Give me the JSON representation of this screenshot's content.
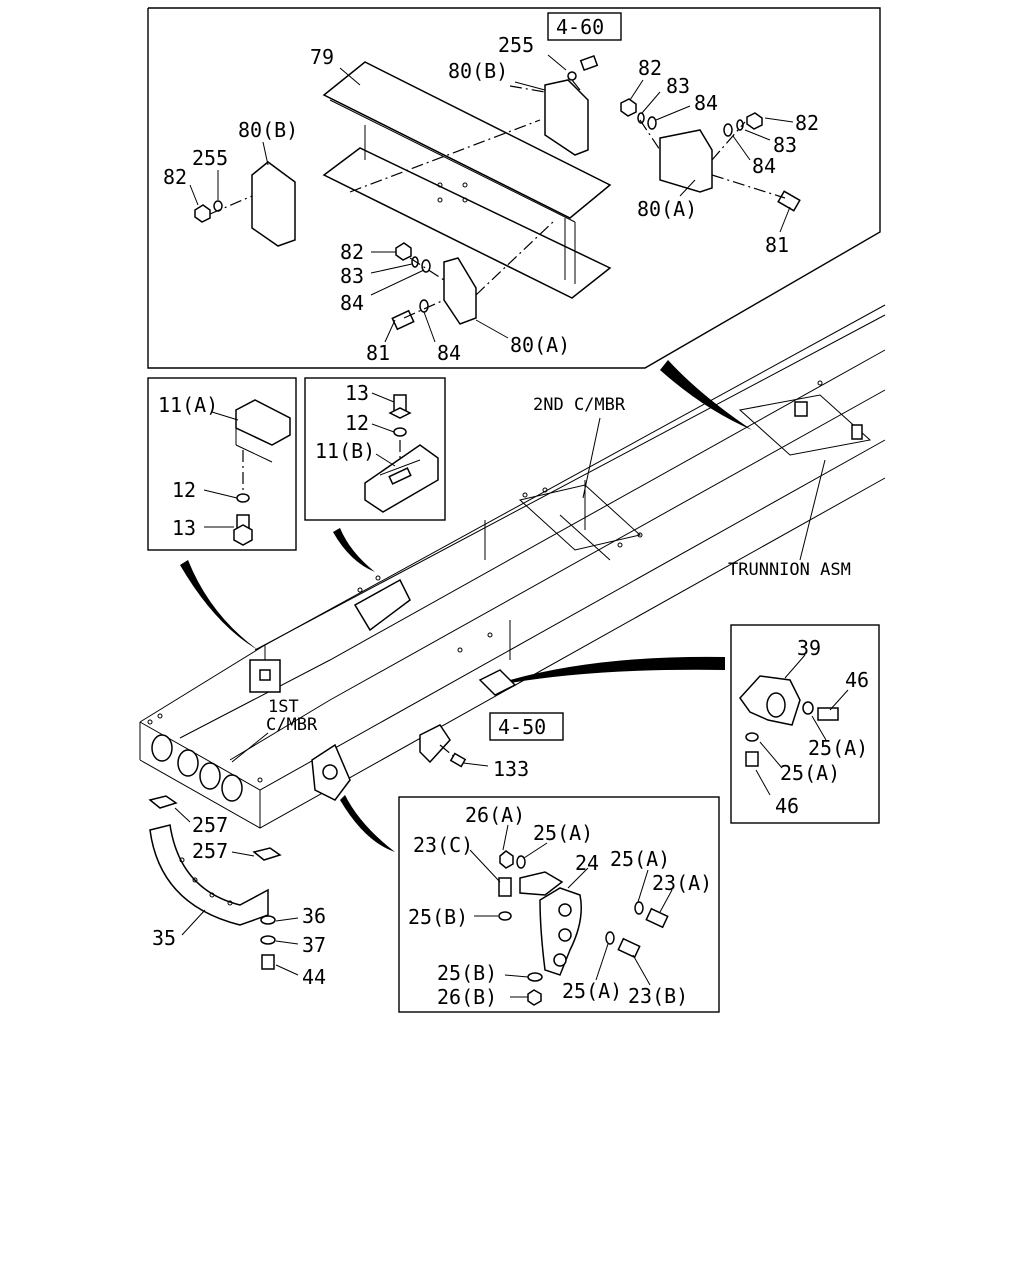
{
  "refs": {
    "top": "4-60",
    "mid": "4-50"
  },
  "labels": {
    "top": {
      "p79": "79",
      "p255a": "255",
      "p80b_top": "80(B)",
      "p80b_left": "80(B)",
      "p255b": "255",
      "p82_left": "82",
      "p82_r1": "82",
      "p83_r1": "83",
      "p84_r1": "84",
      "p82_r2": "82",
      "p83_r2": "83",
      "p84_r2": "84",
      "p80a_r": "80(A)",
      "p81_r": "81",
      "p82_b": "82",
      "p83_b": "83",
      "p84_b": "84",
      "p81_b": "81",
      "p84_b2": "84",
      "p80a_b": "80(A)"
    },
    "box_a": {
      "p11a": "11(A)",
      "p12": "12",
      "p13": "13"
    },
    "box_b": {
      "p13": "13",
      "p12": "12",
      "p11b": "11(B)"
    },
    "frame": {
      "second_cmbr": "2ND C/MBR",
      "trunnion": "TRUNNION ASM",
      "first_cmbr_1": "1ST",
      "first_cmbr_2": "C/MBR",
      "p133": "133"
    },
    "box_c": {
      "p39": "39",
      "p46a": "46",
      "p25a_1": "25(A)",
      "p25a_2": "25(A)",
      "p46b": "46"
    },
    "lower_left": {
      "p257a": "257",
      "p257b": "257",
      "p35": "35",
      "p36": "36",
      "p37": "37",
      "p44": "44"
    },
    "box_d": {
      "p26a": "26(A)",
      "p25a_1": "25(A)",
      "p23c": "23(C)",
      "p24": "24",
      "p25a_2": "25(A)",
      "p23a": "23(A)",
      "p25b_1": "25(B)",
      "p25b_2": "25(B)",
      "p25a_3": "25(A)",
      "p23b": "23(B)",
      "p26b": "26(B)"
    }
  }
}
